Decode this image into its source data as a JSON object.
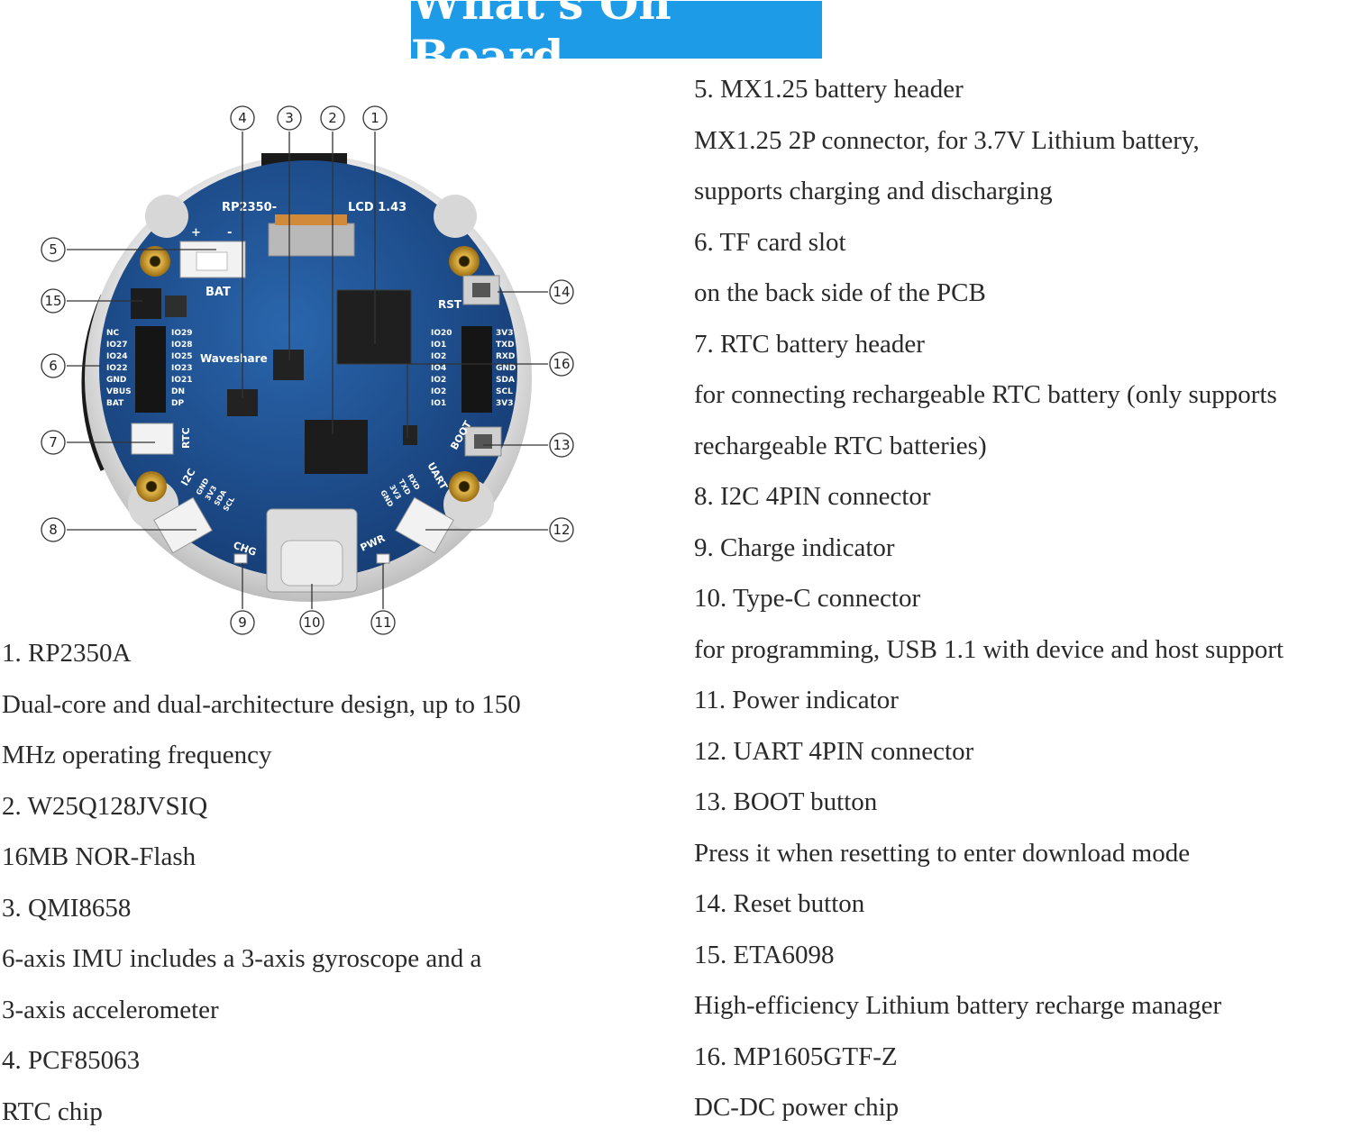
{
  "header": {
    "title": "What's On Board"
  },
  "board": {
    "callouts": [
      "1",
      "2",
      "3",
      "4",
      "5",
      "6",
      "7",
      "8",
      "9",
      "10",
      "11",
      "12",
      "13",
      "14",
      "15",
      "16"
    ],
    "silkscreen": {
      "model": "RP2350-",
      "lcd": "LCD 1.43",
      "bat": "BAT",
      "rst": "RST",
      "rtc": "RTC",
      "boot": "BOOT",
      "i2c": "I2C",
      "uart": "UART",
      "chg": "CHG",
      "pwr": "PWR",
      "brand": "Waveshare",
      "plus": "+",
      "minus": "-",
      "left_pins": [
        "NC",
        "IO27",
        "IO24",
        "IO22",
        "GND",
        "VBUS",
        "BAT"
      ],
      "mid_pins": [
        "IO29",
        "IO28",
        "IO25",
        "IO23",
        "IO21",
        "DN",
        "DP"
      ],
      "right_inner_pins": [
        "IO20",
        "IO1",
        "IO2",
        "IO4",
        "IO2",
        "IO2",
        "IO1"
      ],
      "right_pins": [
        "3V3",
        "TXD",
        "RXD",
        "GND",
        "SDA",
        "SCL",
        "3V3"
      ],
      "i2c_pins": [
        "GND",
        "3V3",
        "SDA",
        "SCL"
      ],
      "uart_pins": [
        "RXD",
        "TXD",
        "3V3",
        "GND"
      ]
    }
  },
  "descriptions": {
    "left": [
      "1. RP2350A",
      "Dual-core and dual-architecture design, up to 150",
      "MHz operating frequency",
      "2. W25Q128JVSIQ",
      "16MB NOR-Flash",
      "3. QMI8658",
      "6-axis IMU includes a 3-axis gyroscope and a",
      "3-axis accelerometer",
      "4. PCF85063",
      "RTC chip"
    ],
    "right": [
      "5. MX1.25 battery header",
      "MX1.25 2P connector, for 3.7V Lithium battery,",
      "supports charging and discharging",
      "6. TF card slot",
      "on the back side of the PCB",
      "7. RTC battery header",
      "for connecting rechargeable RTC battery (only supports",
      "rechargeable RTC batteries)",
      "8. I2C 4PIN connector",
      "9. Charge indicator",
      "10. Type-C connector",
      "for programming, USB 1.1 with device and host support",
      "11. Power indicator",
      "12. UART 4PIN connector",
      "13. BOOT button",
      "Press it when resetting to enter download mode",
      "14. Reset button",
      "15. ETA6098",
      "High-efficiency Lithium battery recharge manager",
      "16. MP1605GTF-Z",
      "DC-DC power chip"
    ]
  },
  "colors": {
    "title_bg": "#1e9be6",
    "pcb": "#1b4f8f",
    "bezel": "#d7d7d7"
  }
}
